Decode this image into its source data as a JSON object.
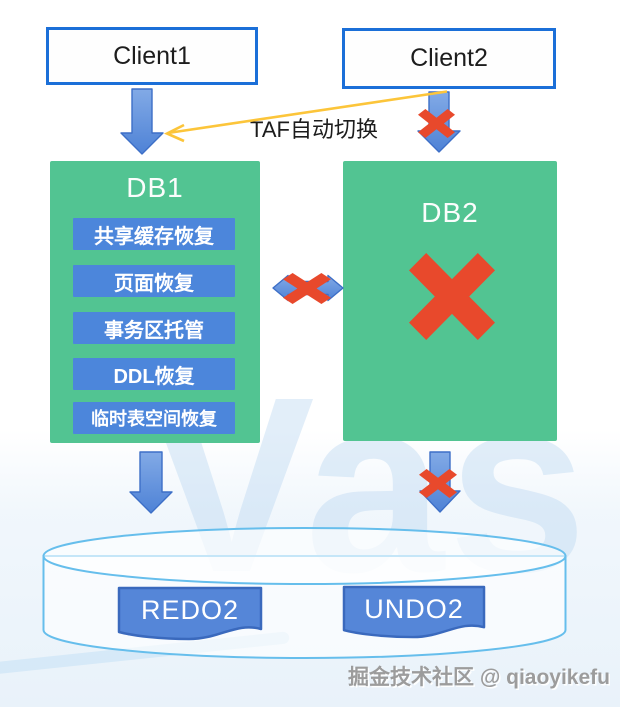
{
  "background": {
    "watermark_text": "Vas"
  },
  "nodes": {
    "client1": {
      "label": "Client1"
    },
    "client2": {
      "label": "Client2"
    },
    "db1": {
      "title": "DB1",
      "features": [
        "共享缓存恢复",
        "页面恢复",
        "事务区托管",
        "DDL恢复",
        "临时表空间恢复"
      ]
    },
    "db2": {
      "title": "DB2"
    },
    "redo": {
      "label": "REDO2"
    },
    "undo": {
      "label": "UNDO2"
    }
  },
  "connections": {
    "taf_label": "TAF自动切换"
  },
  "footer": {
    "credit": "掘金技术社区 @ qiaoyikefu"
  },
  "colors": {
    "green": "#52c492",
    "sub-blue": "#4c86db",
    "arrow-blue": "#5c8fdd",
    "arrow-blue-dark": "#3d6fc7",
    "red": "#e8492c",
    "yellow": "#fcc53a",
    "client-border": "#1b6fd8",
    "cylinder-stroke": "#66beec",
    "doc-blue": "#5586d8",
    "doc-border": "#3a69bd"
  }
}
